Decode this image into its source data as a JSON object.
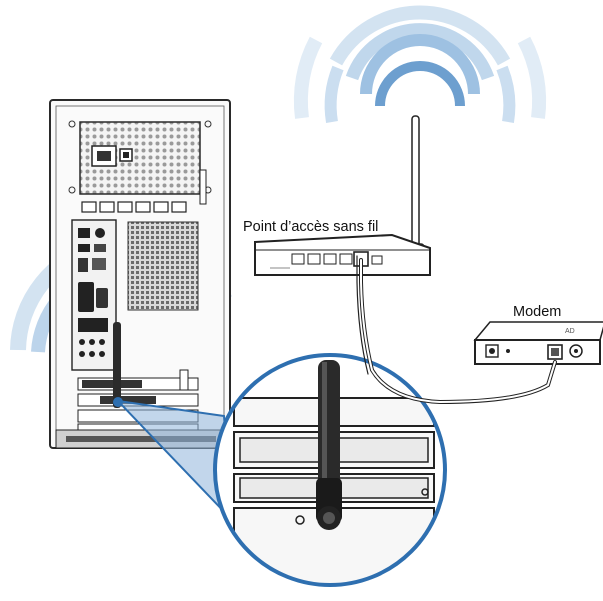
{
  "labels": {
    "access_point": "Point d’accès sans fil",
    "modem": "Modem",
    "modem_brand": "AD"
  },
  "colors": {
    "wave_light": "#c9dcee",
    "wave_mid": "#a9c8e6",
    "wave_dark": "#5c93c6",
    "callout_blue": "#2e6fb0",
    "outline": "#2a2a2a",
    "cable": "#6e6e6e"
  },
  "icons": {
    "tower": "pc-tower",
    "router": "wireless-router",
    "modem": "modem-box",
    "signal": "wifi-waves",
    "magnifier": "zoom-callout"
  }
}
